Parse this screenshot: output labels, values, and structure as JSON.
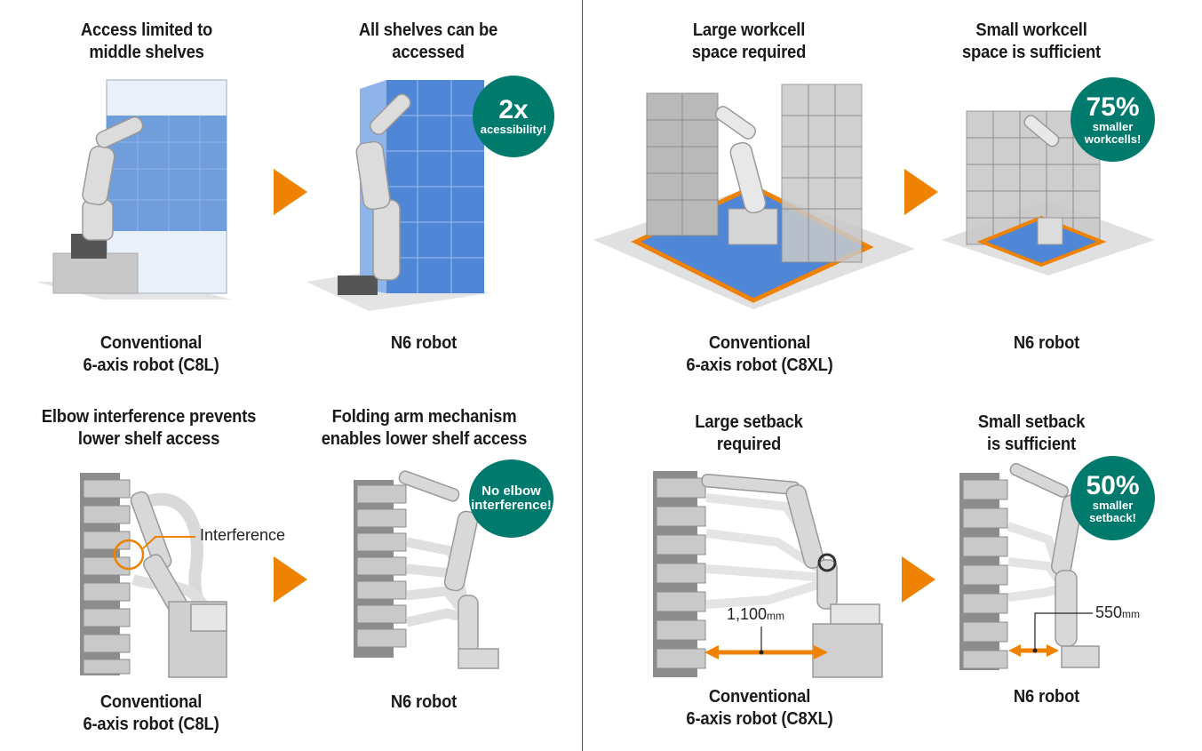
{
  "q1": {
    "left_title": [
      "Access limited to",
      "middle shelves"
    ],
    "right_title": [
      "All shelves can be",
      "accessed"
    ],
    "left_label": [
      "Conventional",
      "6-axis robot (C8L)"
    ],
    "right_label": [
      "N6 robot"
    ],
    "badge": {
      "big": "2x",
      "small": "acessibility!"
    }
  },
  "q2": {
    "left_title": [
      "Large workcell",
      "space required"
    ],
    "right_title": [
      "Small workcell",
      "space is sufficient"
    ],
    "left_label": [
      "Conventional",
      "6-axis robot (C8XL)"
    ],
    "right_label": [
      "N6 robot"
    ],
    "badge": {
      "big": "75%",
      "small1": "smaller",
      "small2": "workcells!"
    }
  },
  "q3": {
    "left_title": [
      "Elbow interference prevents",
      "lower shelf access"
    ],
    "right_title": [
      "Folding arm mechanism",
      "enables lower shelf access"
    ],
    "left_label": [
      "Conventional",
      "6-axis robot (C8L)"
    ],
    "right_label": [
      "N6 robot"
    ],
    "callout": "Interference",
    "badge": {
      "line1": "No elbow",
      "line2": "interference!"
    }
  },
  "q4": {
    "left_title": [
      "Large setback",
      "required"
    ],
    "right_title": [
      "Small setback",
      "is sufficient"
    ],
    "left_label": [
      "Conventional",
      "6-axis robot (C8XL)"
    ],
    "right_label": [
      "N6 robot"
    ],
    "left_dim": {
      "value": "1,100",
      "unit": "mm"
    },
    "right_dim": {
      "value": "550",
      "unit": "mm"
    },
    "badge": {
      "big": "50%",
      "small1": "smaller",
      "small2": "setback!"
    }
  },
  "colors": {
    "accent": "#ef8200",
    "badge": "#007a6c",
    "shelf_blue": "#4f86d6"
  }
}
